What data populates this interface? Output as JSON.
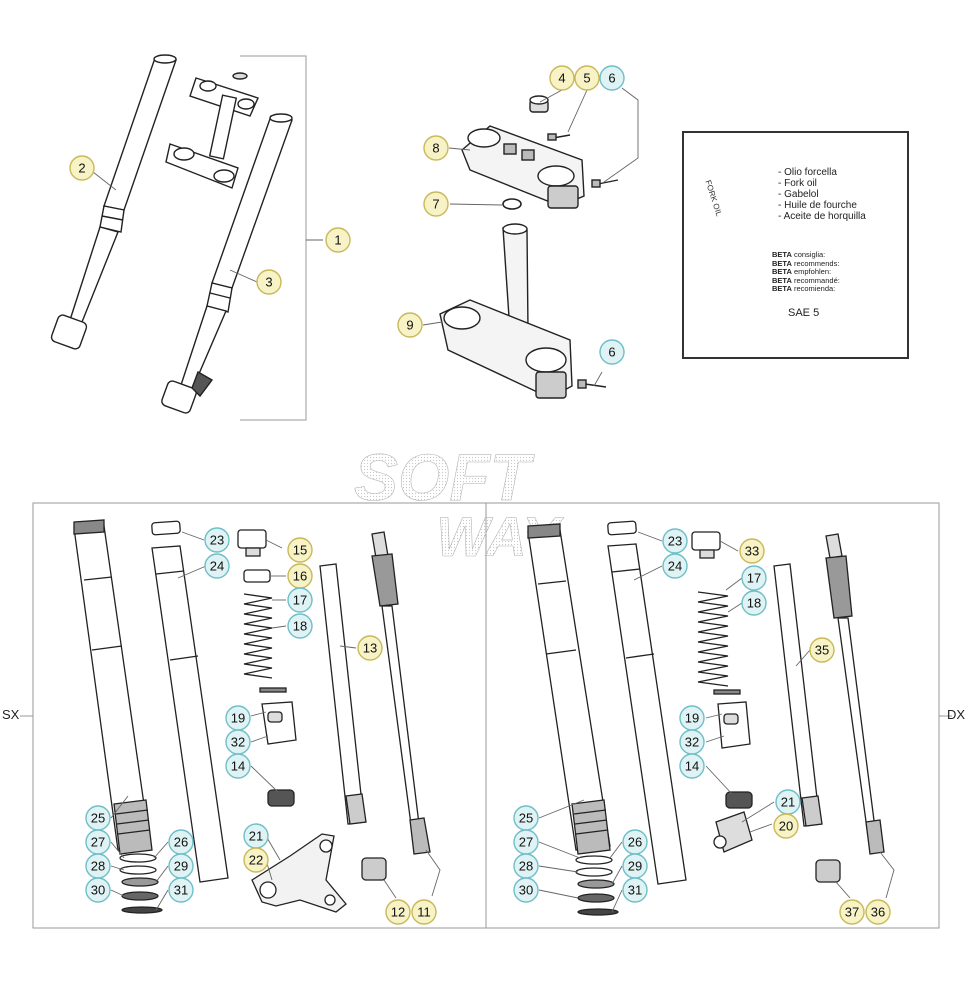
{
  "diagram": {
    "side_labels": {
      "left": "SX",
      "right": "DX"
    },
    "watermark_lines": [
      "SOFT",
      "WAY"
    ],
    "oil_box": {
      "can_label": "FORK OIL",
      "languages": [
        "Olio forcella",
        "Fork oil",
        "Gabelol",
        "Huile de fourche",
        "Aceite de horquilla"
      ],
      "recommendations": [
        {
          "brand": "BETA",
          "text": "consiglia:"
        },
        {
          "brand": "BETA",
          "text": "recommends:"
        },
        {
          "brand": "BETA",
          "text": "empfohlen:"
        },
        {
          "brand": "BETA",
          "text": "recommandé:"
        },
        {
          "brand": "BETA",
          "text": "recomienda:"
        }
      ],
      "grade": "SAE 5"
    },
    "callouts": {
      "c1": {
        "num": "1",
        "color": "#f7f3c6",
        "border": "#c9b95a"
      },
      "c2": {
        "num": "2",
        "color": "#f7f3c6",
        "border": "#c9b95a"
      },
      "c3": {
        "num": "3",
        "color": "#f7f3c6",
        "border": "#c9b95a"
      },
      "c4": {
        "num": "4",
        "color": "#f7f3c6",
        "border": "#c9b95a"
      },
      "c5": {
        "num": "5",
        "color": "#f7f3c6",
        "border": "#c9b95a"
      },
      "c6a": {
        "num": "6",
        "color": "#dff3f5",
        "border": "#6fbfc8"
      },
      "c6b": {
        "num": "6",
        "color": "#dff3f5",
        "border": "#6fbfc8"
      },
      "c7": {
        "num": "7",
        "color": "#f7f3c6",
        "border": "#c9b95a"
      },
      "c8": {
        "num": "8",
        "color": "#f7f3c6",
        "border": "#c9b95a"
      },
      "c9": {
        "num": "9",
        "color": "#f7f3c6",
        "border": "#c9b95a"
      },
      "l23": {
        "num": "23",
        "color": "#dff3f5",
        "border": "#6fbfc8"
      },
      "l24": {
        "num": "24",
        "color": "#dff3f5",
        "border": "#6fbfc8"
      },
      "l15": {
        "num": "15",
        "color": "#f7f3c6",
        "border": "#c9b95a"
      },
      "l16": {
        "num": "16",
        "color": "#f7f3c6",
        "border": "#c9b95a"
      },
      "l17": {
        "num": "17",
        "color": "#dff3f5",
        "border": "#6fbfc8"
      },
      "l18": {
        "num": "18",
        "color": "#dff3f5",
        "border": "#6fbfc8"
      },
      "l13": {
        "num": "13",
        "color": "#f7f3c6",
        "border": "#c9b95a"
      },
      "l19": {
        "num": "19",
        "color": "#dff3f5",
        "border": "#6fbfc8"
      },
      "l32": {
        "num": "32",
        "color": "#dff3f5",
        "border": "#6fbfc8"
      },
      "l14": {
        "num": "14",
        "color": "#dff3f5",
        "border": "#6fbfc8"
      },
      "l25": {
        "num": "25",
        "color": "#dff3f5",
        "border": "#6fbfc8"
      },
      "l27": {
        "num": "27",
        "color": "#dff3f5",
        "border": "#6fbfc8"
      },
      "l26": {
        "num": "26",
        "color": "#dff3f5",
        "border": "#6fbfc8"
      },
      "l28": {
        "num": "28",
        "color": "#dff3f5",
        "border": "#6fbfc8"
      },
      "l29": {
        "num": "29",
        "color": "#dff3f5",
        "border": "#6fbfc8"
      },
      "l30": {
        "num": "30",
        "color": "#dff3f5",
        "border": "#6fbfc8"
      },
      "l31": {
        "num": "31",
        "color": "#dff3f5",
        "border": "#6fbfc8"
      },
      "l21": {
        "num": "21",
        "color": "#dff3f5",
        "border": "#6fbfc8"
      },
      "l22": {
        "num": "22",
        "color": "#f7f3c6",
        "border": "#c9b95a"
      },
      "l12": {
        "num": "12",
        "color": "#f7f3c6",
        "border": "#c9b95a"
      },
      "l11": {
        "num": "11",
        "color": "#f7f3c6",
        "border": "#c9b95a"
      },
      "r23": {
        "num": "23",
        "color": "#dff3f5",
        "border": "#6fbfc8"
      },
      "r24": {
        "num": "24",
        "color": "#dff3f5",
        "border": "#6fbfc8"
      },
      "r33": {
        "num": "33",
        "color": "#f7f3c6",
        "border": "#c9b95a"
      },
      "r17": {
        "num": "17",
        "color": "#dff3f5",
        "border": "#6fbfc8"
      },
      "r18": {
        "num": "18",
        "color": "#dff3f5",
        "border": "#6fbfc8"
      },
      "r35": {
        "num": "35",
        "color": "#f7f3c6",
        "border": "#c9b95a"
      },
      "r19": {
        "num": "19",
        "color": "#dff3f5",
        "border": "#6fbfc8"
      },
      "r32": {
        "num": "32",
        "color": "#dff3f5",
        "border": "#6fbfc8"
      },
      "r14": {
        "num": "14",
        "color": "#dff3f5",
        "border": "#6fbfc8"
      },
      "r21": {
        "num": "21",
        "color": "#dff3f5",
        "border": "#6fbfc8"
      },
      "r20": {
        "num": "20",
        "color": "#f7f3c6",
        "border": "#c9b95a"
      },
      "r25": {
        "num": "25",
        "color": "#dff3f5",
        "border": "#6fbfc8"
      },
      "r27": {
        "num": "27",
        "color": "#dff3f5",
        "border": "#6fbfc8"
      },
      "r26": {
        "num": "26",
        "color": "#dff3f5",
        "border": "#6fbfc8"
      },
      "r28": {
        "num": "28",
        "color": "#dff3f5",
        "border": "#6fbfc8"
      },
      "r29": {
        "num": "29",
        "color": "#dff3f5",
        "border": "#6fbfc8"
      },
      "r30": {
        "num": "30",
        "color": "#dff3f5",
        "border": "#6fbfc8"
      },
      "r31": {
        "num": "31",
        "color": "#dff3f5",
        "border": "#6fbfc8"
      },
      "r37": {
        "num": "37",
        "color": "#f7f3c6",
        "border": "#c9b95a"
      },
      "r36": {
        "num": "36",
        "color": "#f7f3c6",
        "border": "#c9b95a"
      }
    }
  }
}
